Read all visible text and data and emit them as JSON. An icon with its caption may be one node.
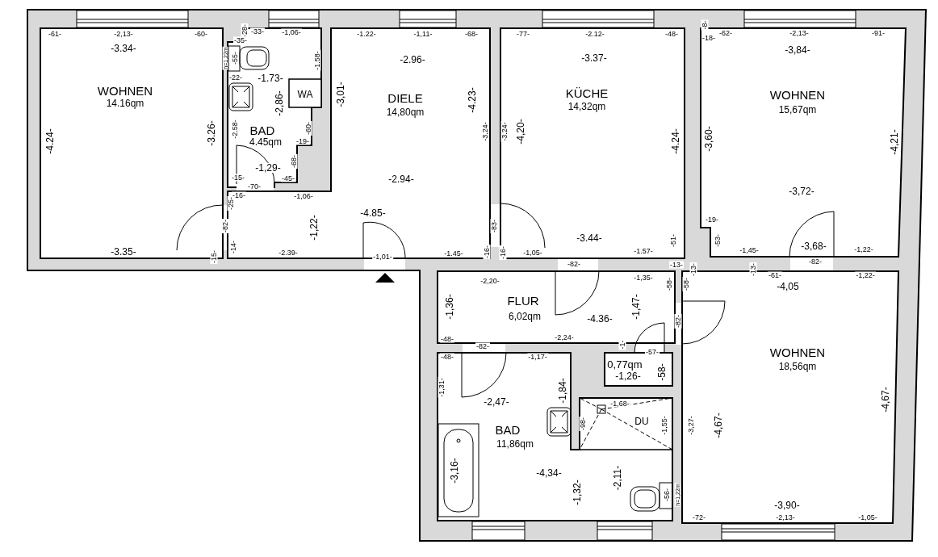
{
  "diagram": {
    "nodes": [
      {
        "text": [
          "WOHNEN",
          "14.16qm"
        ]
      },
      {
        "text": [
          "BAD",
          "4.45qm"
        ]
      },
      {
        "text": [
          "WA"
        ],
        "in": 1
      },
      {
        "text": [
          "DIELE",
          "14,80qm"
        ]
      },
      {
        "text": [
          "KÜCHE",
          "14,32qm"
        ]
      },
      {
        "text": [
          "WOHNEN",
          "15,67qm"
        ]
      },
      {
        "text": [
          "FLUR",
          "6,02qm"
        ]
      },
      {
        "text": [
          "0,77qm"
        ]
      },
      {
        "text": [
          "BAD",
          "11,86qm"
        ]
      },
      {
        "text": [
          "DU"
        ],
        "in": 8
      },
      {
        "text": [
          "WOHNEN",
          "18,56qm"
        ]
      }
    ],
    "labels": [
      "-61-",
      "-2,13-",
      "-60-",
      "-3.34-",
      "-4.24-",
      "-3.26-",
      "-3.35-",
      "-28-",
      "-33-",
      "-1,06-",
      "-35-",
      "h=1,22m",
      "-55-",
      "-1.58-",
      "-22-",
      "-1.73-",
      "-2,86-",
      "-2.58-",
      "-60-",
      "-19-",
      "-68-",
      "-1,29-",
      "-15-",
      "-45-",
      "-70-",
      "-16-",
      "-25-",
      "-1,06-",
      "-82-",
      "-1,22-",
      "-14-",
      "-15-",
      "-2.39-",
      "-1.22-",
      "-1,11-",
      "-68-",
      "-2.96-",
      "-3,01-",
      "-4.23-",
      "-3.24-",
      "-2.94-",
      "-4.85-",
      "-83-",
      "-1,01-",
      "-1.45-",
      "-16-",
      "-16-",
      "-1,05-",
      "-77-",
      "-2.12-",
      "-48-",
      "-3.37-",
      "-3.24-",
      "-4,20-",
      "-4.24-",
      "-3.44-",
      "-1.57-",
      "-51-",
      "-82-",
      "-8-",
      "-18-",
      "-62-",
      "-2,13-",
      "-91-",
      "-3,84-",
      "-3,60-",
      "-4,21-",
      "-3,72-",
      "-19-",
      "-53-",
      "-1,45-",
      "-3,68-",
      "-1,22-",
      "-82-",
      "-2,20-",
      "-1,36-",
      "-1,35-",
      "-4.36-",
      "-1,47-",
      "-58-",
      "-13-",
      "-13-",
      "-58-",
      "-82-",
      "-48-",
      "-82-",
      "-2,24-",
      "-1-",
      "-57-",
      "-1,26-",
      "-58-",
      "-13-",
      "-61-",
      "-4,05",
      "-1,22-",
      "-48-",
      "-1,17-",
      "-1,31-",
      "-1,84-",
      "-2,47-",
      "-1,68-",
      "-98-",
      "-1,55-",
      "-3,16-",
      "-4,34-",
      "-1,32-",
      "-2,11-",
      "-56-",
      "h=1,22m",
      "-3,27-",
      "-4,67-",
      "-4,67-",
      "-3,90-",
      "-72-",
      "-2,13-",
      "-1,05-"
    ]
  }
}
